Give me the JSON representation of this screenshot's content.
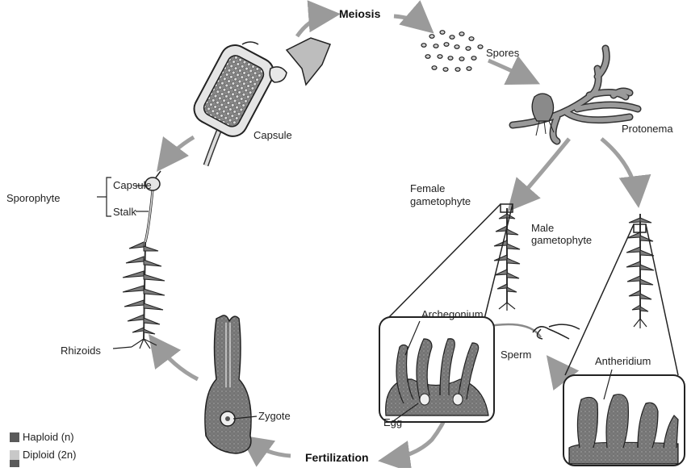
{
  "labels": {
    "meiosis": "Meiosis",
    "spores": "Spores",
    "protonema": "Protonema",
    "capsule_top": "Capsule",
    "sporophyte": "Sporophyte",
    "capsule_side": "Capsule",
    "stalk": "Stalk",
    "rhizoids": "Rhizoids",
    "female_gametophyte_1": "Female",
    "female_gametophyte_2": "gametophyte",
    "male_gametophyte_1": "Male",
    "male_gametophyte_2": "gametophyte",
    "archegonium": "Archegonium",
    "egg": "Egg",
    "sperm": "Sperm",
    "antheridium": "Antheridium",
    "zygote": "Zygote",
    "fertilization": "Fertilization"
  },
  "legend": [
    {
      "label": "Haploid (n)",
      "color": "#5a5a5a"
    },
    {
      "label": "Diploid (2n)",
      "color": "#c8c8c8"
    }
  ]
}
